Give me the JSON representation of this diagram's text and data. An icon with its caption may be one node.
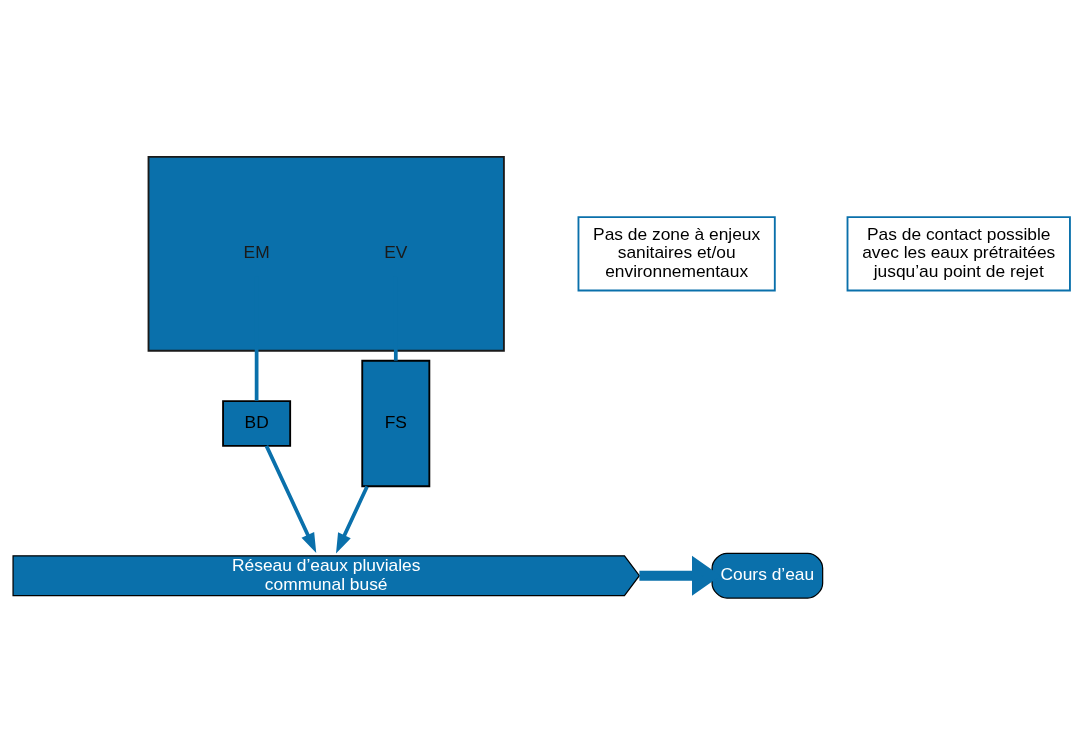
{
  "diagram": {
    "nodes": [
      {
        "text": [],
        "shape": "box"
      },
      {
        "text": [
          "EM"
        ],
        "in": 0
      },
      {
        "text": [
          "EV"
        ],
        "in": 0
      },
      {
        "text": [
          "Pas de zone à enjeux sanitaires et/ou environnementaux"
        ]
      },
      {
        "text": [
          "BD"
        ]
      },
      {
        "text": [
          "FS"
        ]
      },
      {
        "text": [
          "Pas de contact possible avec les eaux prétraitées jusqu’au point de rejet"
        ]
      },
      {
        "text": [
          "Réseau d’eaux pluviales communal busé"
        ]
      },
      {
        "text": [
          "Cours d’eau"
        ]
      }
    ],
    "edges": [
      {
        "from": 1,
        "to": 4,
        "arrow": "none"
      },
      {
        "from": 2,
        "to": 5,
        "arrow": "none"
      },
      {
        "from": 4,
        "to": 7,
        "arrow": "to"
      },
      {
        "from": 5,
        "to": 7,
        "arrow": "to"
      },
      {
        "from": 7,
        "to": 8,
        "arrow": "to",
        "style": "thick"
      }
    ]
  }
}
